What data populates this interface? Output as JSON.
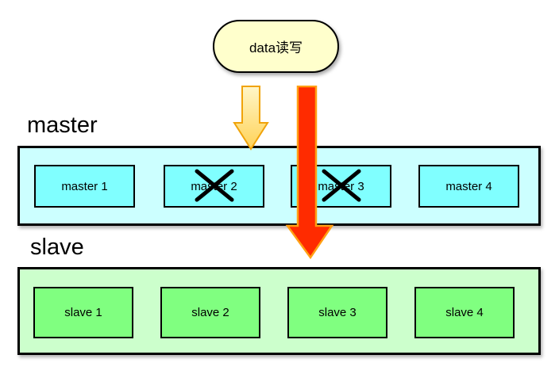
{
  "diagram": {
    "flow_label": "data读写",
    "master_section": {
      "label": "master",
      "nodes": [
        {
          "label": "master 1",
          "failed": false
        },
        {
          "label": "master 2",
          "failed": true
        },
        {
          "label": "master 3",
          "failed": true
        },
        {
          "label": "master 4",
          "failed": false
        }
      ]
    },
    "slave_section": {
      "label": "slave",
      "nodes": [
        {
          "label": "slave 1"
        },
        {
          "label": "slave 2"
        },
        {
          "label": "slave 3"
        },
        {
          "label": "slave 4"
        }
      ]
    },
    "icons": {
      "read_arrow": "down-arrow-icon",
      "write_arrow": "down-arrow-icon",
      "failure_mark": "cross-x-icon"
    },
    "colors": {
      "bubble_fill": "#FFFFCC",
      "master_container_fill": "#CCFFFF",
      "master_node_fill": "#80FFFF",
      "slave_container_fill": "#CCFFCC",
      "slave_node_fill": "#80FF80",
      "yellow_arrow_fill_top": "#FFF6C8",
      "yellow_arrow_fill_bottom": "#FFD257",
      "yellow_arrow_stroke": "#F0A30A",
      "red_arrow_fill": "#FF2B00",
      "red_arrow_stroke": "#FFA013",
      "outline": "#000000"
    }
  }
}
